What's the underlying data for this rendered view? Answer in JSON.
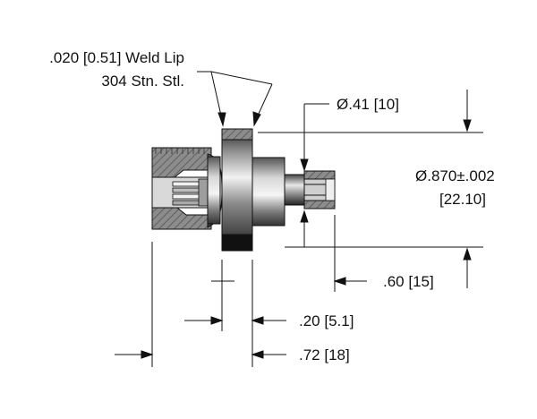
{
  "labels": {
    "weld_lip_line1": ".020 [0.51] Weld Lip",
    "weld_lip_line2": "304 Stn. Stl.",
    "pin_dia": "Ø.41 [10]",
    "body_dia_line1": "Ø.870±.002",
    "body_dia_line2": "[22.10]",
    "pin_length": ".60 [15]",
    "flange_thickness": ".20 [5.1]",
    "overall_length": ".72 [18]"
  },
  "colors": {
    "line": "#111111",
    "hatch_fill": "#8c8c8c",
    "metal_dark": "#2a2a2a",
    "metal_light": "#e6e6e6"
  }
}
